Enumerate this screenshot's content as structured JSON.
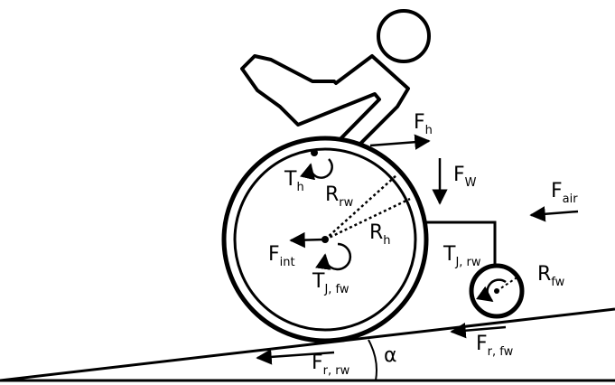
{
  "diagram": {
    "colors": {
      "ink": "#000000",
      "background": "#ffffff"
    },
    "labels": {
      "f_h": {
        "main": "F",
        "sub": "h"
      },
      "f_w": {
        "main": "F",
        "sub": "W"
      },
      "f_air": {
        "main": "F",
        "sub": "air"
      },
      "t_h": {
        "main": "T",
        "sub": "h"
      },
      "r_rw": {
        "main": "R",
        "sub": "rw"
      },
      "r_h": {
        "main": "R",
        "sub": "h"
      },
      "f_int": {
        "main": "F",
        "sub": "int"
      },
      "t_j_fw": {
        "main": "T",
        "sub": "J, fw"
      },
      "t_j_rw": {
        "main": "T",
        "sub": "J, rw"
      },
      "r_fw": {
        "main": "R",
        "sub": "fw"
      },
      "f_r_fw": {
        "main": "F",
        "sub": "r, fw"
      },
      "f_r_rw": {
        "main": "F",
        "sub": "r, rw"
      },
      "alpha": "α"
    }
  }
}
